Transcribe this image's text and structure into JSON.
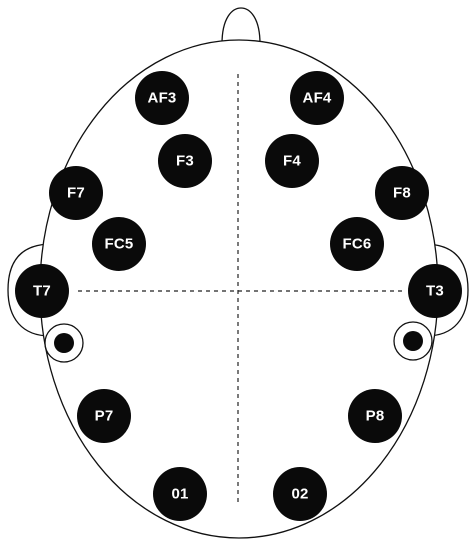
{
  "diagram": {
    "colors": {
      "electrode_fill": "#0a0a0a",
      "electrode_text": "#ffffff",
      "outline": "#111111",
      "background": "#ffffff"
    },
    "electrodes": [
      {
        "id": "AF3",
        "label": "AF3"
      },
      {
        "id": "AF4",
        "label": "AF4"
      },
      {
        "id": "F3",
        "label": "F3"
      },
      {
        "id": "F4",
        "label": "F4"
      },
      {
        "id": "F7",
        "label": "F7"
      },
      {
        "id": "F8",
        "label": "F8"
      },
      {
        "id": "FC5",
        "label": "FC5"
      },
      {
        "id": "FC6",
        "label": "FC6"
      },
      {
        "id": "T7",
        "label": "T7"
      },
      {
        "id": "T3",
        "label": "T3"
      },
      {
        "id": "P7",
        "label": "P7"
      },
      {
        "id": "P8",
        "label": "P8"
      },
      {
        "id": "O1",
        "label": "01"
      },
      {
        "id": "O2",
        "label": "02"
      }
    ],
    "reference_points": [
      {
        "id": "left-reference"
      },
      {
        "id": "right-reference"
      }
    ]
  }
}
